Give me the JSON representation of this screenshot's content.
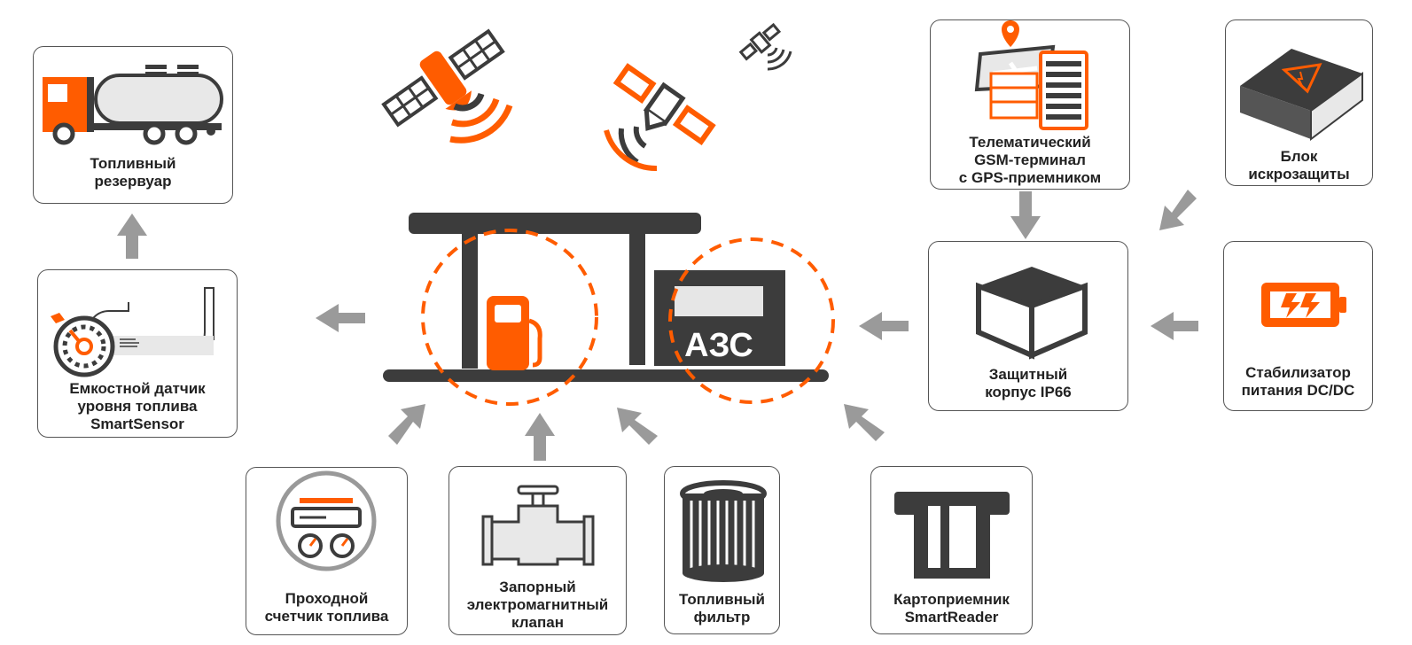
{
  "colors": {
    "accent": "#ff5c00",
    "dark": "#3c3c3c",
    "arrow": "#9a9a9a",
    "border": "#555555"
  },
  "station": {
    "sign": "АЗС"
  },
  "cards": {
    "tank": {
      "line1": "Топливный",
      "line2": "резервуар"
    },
    "sensor": {
      "line1": "Емкостной датчик",
      "line2": "уровня топлива",
      "line3": "SmartSensor"
    },
    "flowmeter": {
      "line1": "Проходной",
      "line2": "счетчик топлива"
    },
    "valve": {
      "line1": "Запорный",
      "line2": "электромагнитный",
      "line3": "клапан"
    },
    "filter": {
      "line1": "Топливный",
      "line2": "фильтр"
    },
    "cardreader": {
      "line1": "Картоприемник",
      "line2": "SmartReader"
    },
    "terminal": {
      "line1": "Телематический",
      "line2": "GSM-терминал",
      "line3": "с GPS-приемником"
    },
    "barrier": {
      "line1": "Блок",
      "line2": "искрозащиты"
    },
    "enclosure": {
      "line1": "Защитный",
      "line2": "корпус IP66"
    },
    "stabilizer": {
      "line1": "Стабилизатор",
      "line2": "питания DC/DC"
    }
  },
  "icons": [
    "fuel-truck-icon",
    "level-sensor-icon",
    "flow-meter-icon",
    "valve-icon",
    "fuel-filter-icon",
    "card-reader-icon",
    "gps-terminal-icon",
    "spark-barrier-icon",
    "enclosure-box-icon",
    "battery-icon",
    "satellite-icon",
    "gas-station-icon"
  ]
}
